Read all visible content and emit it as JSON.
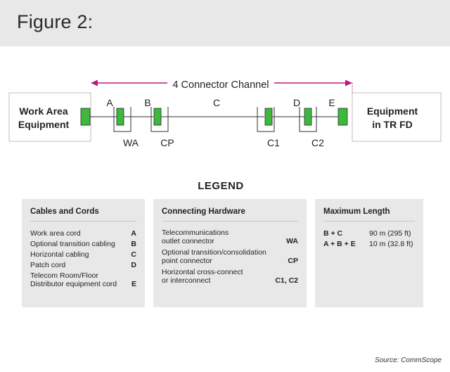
{
  "figure_title": "Figure 2:",
  "diagram": {
    "channel_label": "4 Connector Channel",
    "left_box_lines": [
      "Work Area",
      "Equipment"
    ],
    "right_box_lines": [
      "Equipment",
      "in TR FD"
    ],
    "segment_labels": [
      "A",
      "B",
      "C",
      "D",
      "E"
    ],
    "connector_labels": [
      "WA",
      "CP",
      "C1",
      "C2"
    ],
    "colors": {
      "connector_green": "#3cb93c",
      "arrow_magenta": "#c0157f",
      "line": "#333333",
      "box_border": "#bfbfbf"
    }
  },
  "legend": {
    "title": "LEGEND",
    "cables": {
      "title": "Cables and Cords",
      "items": [
        {
          "label": "Work area cord",
          "code": "A"
        },
        {
          "label": "Optional transition cabling",
          "code": "B"
        },
        {
          "label": "Horizontal cabling",
          "code": "C"
        },
        {
          "label": "Patch cord",
          "code": "D"
        },
        {
          "label": "Telecom Room/Floor\nDistributor equipment cord",
          "code": "E"
        }
      ]
    },
    "hardware": {
      "title": "Connecting Hardware",
      "items": [
        {
          "label": "Telecommunications\noutlet connector",
          "code": "WA"
        },
        {
          "label": "Optional transition/consolidation\npoint connector",
          "code": "CP"
        },
        {
          "label": "Horizontal cross-connect\nor interconnect",
          "code": "C1, C2"
        }
      ]
    },
    "max_length": {
      "title": "Maximum Length",
      "items": [
        {
          "label": "B + C",
          "value": "90 m (295 ft)"
        },
        {
          "label": "A + B + E",
          "value": "10 m (32.8 ft)"
        }
      ]
    }
  },
  "source": "Source: CommScope"
}
